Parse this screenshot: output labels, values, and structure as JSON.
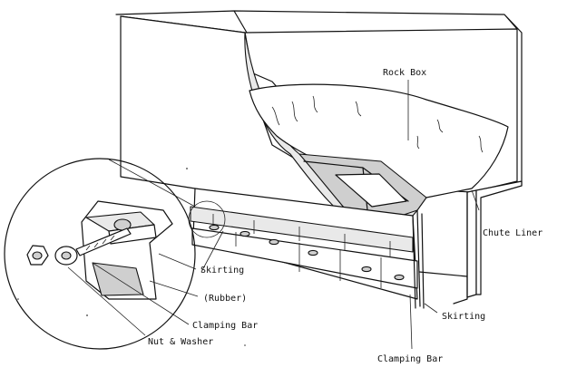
{
  "diagram": {
    "labels": {
      "rock_box": "Rock Box",
      "chute_liner": "Chute Liner",
      "skirting_detail": "Skirting",
      "rubber": "(Rubber)",
      "clamping_bar_detail": "Clamping Bar",
      "nut_washer": "Nut & Washer",
      "skirting_main": "Skirting",
      "clamping_bar_main": "Clamping Bar"
    }
  }
}
